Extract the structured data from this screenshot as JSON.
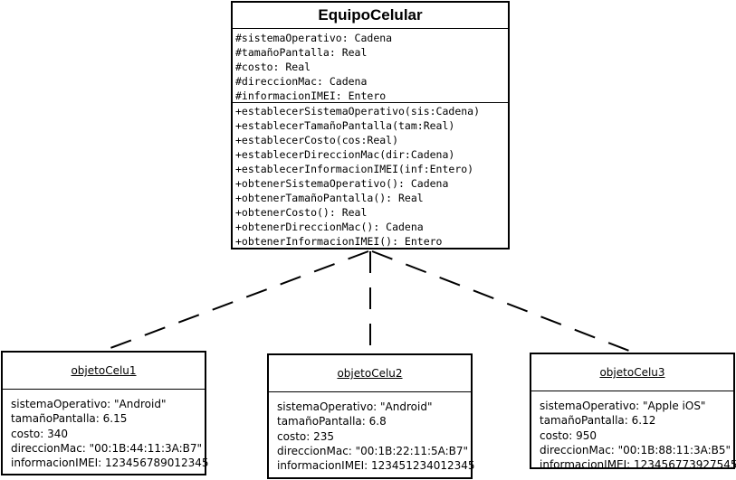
{
  "class": {
    "name": "EquipoCelular",
    "attributes": [
      "#sistemaOperativo: Cadena",
      "#tamañoPantalla: Real",
      "#costo: Real",
      "#direccionMac: Cadena",
      "#informacionIMEI: Entero"
    ],
    "operations": [
      "+establecerSistemaOperativo(sis:Cadena)",
      "+establecerTamañoPantalla(tam:Real)",
      "+establecerCosto(cos:Real)",
      "+establecerDireccionMac(dir:Cadena)",
      "+establecerInformacionIMEI(inf:Entero)",
      "+obtenerSistemaOperativo(): Cadena",
      "+obtenerTamañoPantalla(): Real",
      "+obtenerCosto(): Real",
      "+obtenerDireccionMac(): Cadena",
      "+obtenerInformacionIMEI(): Entero"
    ]
  },
  "objects": [
    {
      "name": "objetoCelu1",
      "lines": [
        "sistemaOperativo: \"Android\"",
        "tamañoPantalla: 6.15",
        "costo: 340",
        "direccionMac: \"00:1B:44:11:3A:B7\"",
        "informacionIMEI: 123456789012345"
      ]
    },
    {
      "name": "objetoCelu2",
      "lines": [
        "sistemaOperativo: \"Android\"",
        "tamañoPantalla: 6.8",
        "costo: 235",
        "direccionMac: \"00:1B:22:11:5A:B7\"",
        "informacionIMEI: 123451234012345"
      ]
    },
    {
      "name": "objetoCelu3",
      "lines": [
        "sistemaOperativo: \"Apple iOS\"",
        "tamañoPantalla: 6.12",
        "costo: 950",
        "direccionMac: \"00:1B:88:11:3A:B5\"",
        "informacionIMEI: 123456773927545"
      ]
    }
  ]
}
